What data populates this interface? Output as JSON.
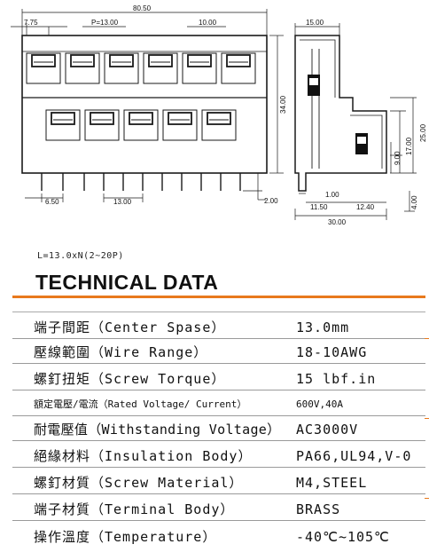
{
  "dimensions": {
    "total": "80.50",
    "end_offset": "7.75",
    "pitch": "P=13.00",
    "pitch_top": "10.00",
    "lead_bottom": "6.50",
    "pitch_bottom": "13.00",
    "pin_length": "2.00",
    "height_main": "34.00",
    "side_top": "15.00",
    "side_17": "17.00",
    "side_25": "25.00",
    "side_9": "9.00",
    "pin_1": "1.00",
    "side_1150": "11.50",
    "side_1240": "12.40",
    "side_30": "30.00",
    "side_4": "4.00"
  },
  "formula": "L=13.0xN(2~20P)",
  "heading": "TECHNICAL DATA",
  "specs": [
    {
      "label": "端子間距（Center Spase）",
      "value": "13.0mm"
    },
    {
      "label": "壓線範圍（Wire Range）",
      "value": "18-10AWG"
    },
    {
      "label": "螺釘扭矩（Screw Torque）",
      "value": "15 lbf.in"
    },
    {
      "label": "額定電壓/電流（Rated Voltage/ Current）",
      "value": "600V,40A"
    },
    {
      "label": "耐電壓值（Withstanding Voltage）",
      "value": "AC3000V"
    },
    {
      "label": "絕緣材料（Insulation Body）",
      "value": "PA66,UL94,V-0"
    },
    {
      "label": "螺釘材質（Screw Material）",
      "value": "M4,STEEL"
    },
    {
      "label": "端子材質（Terminal Body）",
      "value": "BRASS"
    },
    {
      "label": "操作溫度（Temperature）",
      "value": "-40℃~105℃"
    }
  ]
}
